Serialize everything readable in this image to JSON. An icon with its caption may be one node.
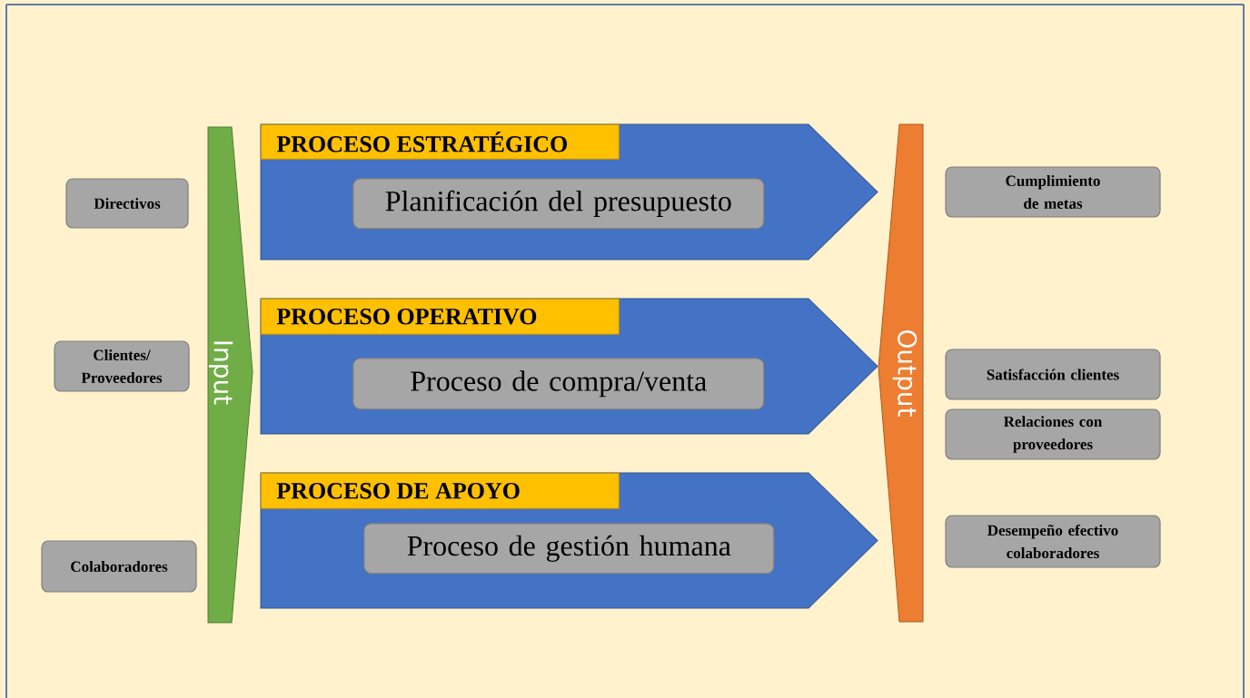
{
  "diagram": {
    "nodes": [
      {
        "text": [
          "Directivos"
        ]
      },
      {
        "text": [
          "Clientes/ Proveedores"
        ]
      },
      {
        "text": [
          "Colaboradores"
        ]
      },
      {
        "text": [
          "Input"
        ]
      },
      {
        "text": [],
        "shape": "pentagon"
      },
      {
        "text": [
          "PROCESO ESTRATÉGICO"
        ],
        "in": 4
      },
      {
        "text": [
          "Planificación del presupuesto"
        ],
        "in": 4
      },
      {
        "text": [],
        "shape": "pentagon"
      },
      {
        "text": [
          "PROCESO OPERATIVO"
        ],
        "in": 7
      },
      {
        "text": [
          "Proceso de compra/venta"
        ],
        "in": 7
      },
      {
        "text": [],
        "shape": "pentagon"
      },
      {
        "text": [
          "PROCESO DE APOYO"
        ],
        "in": 10
      },
      {
        "text": [
          "Proceso de gestión humana"
        ],
        "in": 10
      },
      {
        "text": [
          "Output"
        ]
      },
      {
        "text": [
          "Cumplimiento de metas"
        ]
      },
      {
        "text": [
          "Satisfacción clientes"
        ]
      },
      {
        "text": [
          "Relaciones con proveedores"
        ]
      },
      {
        "text": [
          "Desempeño efectivo colaboradores"
        ]
      }
    ]
  }
}
